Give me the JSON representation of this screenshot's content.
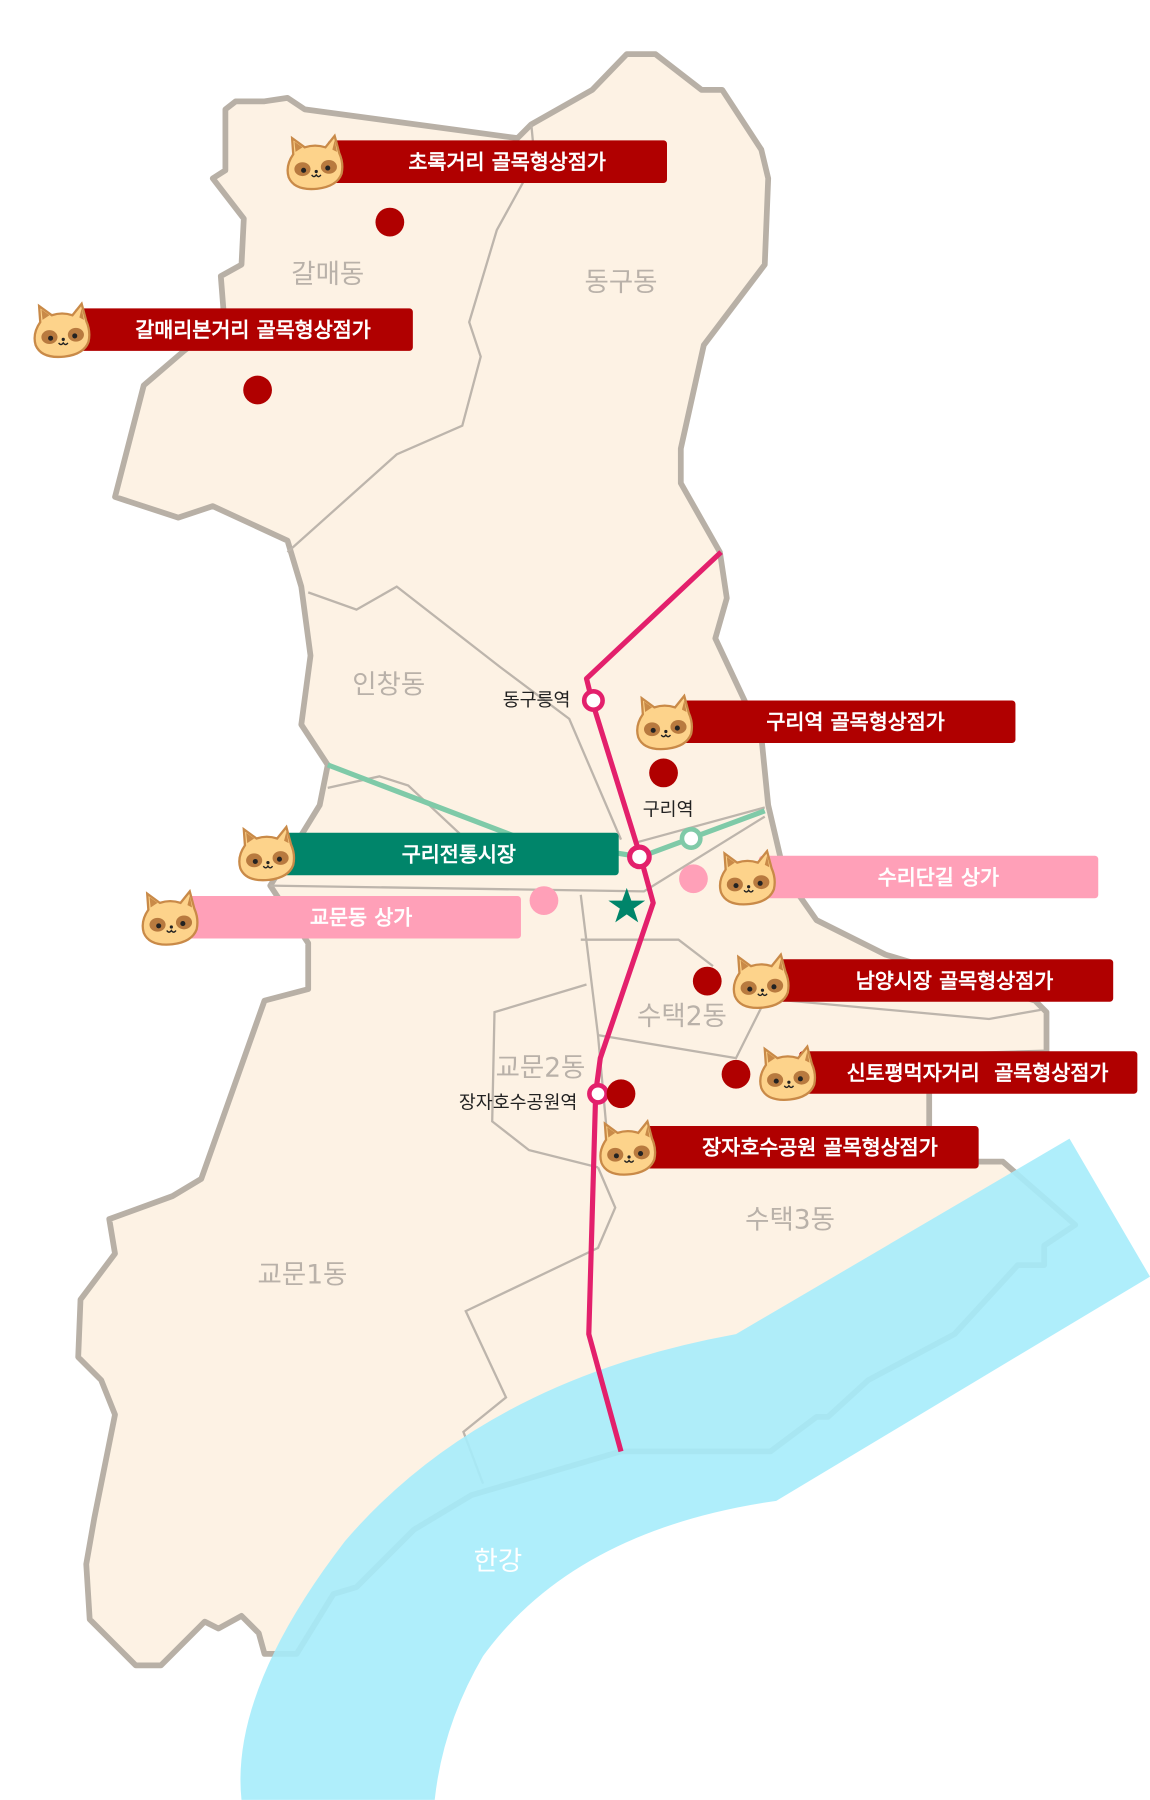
{
  "colors": {
    "land": "#fdf2e4",
    "border": "#b8b0a6",
    "river": "#a6ecfb",
    "subway_line": "#e3206c",
    "gyeongui_line": "#7fcaa8",
    "shop_street": "#b00000",
    "market": "#00856a",
    "arcade": "#ffa0b8"
  },
  "districts": [
    "갈매동",
    "동구동",
    "인창동",
    "수택2동",
    "교문2동",
    "수택3동",
    "교문1동"
  ],
  "river_label": "한강",
  "stations": [
    "동구릉역",
    "구리역",
    "장자호수공원역"
  ],
  "places": [
    {
      "label": "초록거리 골목형상점가",
      "type": "shop_street",
      "icon": "raccoon-icon"
    },
    {
      "label": "갈매리본거리 골목형상점가",
      "type": "shop_street",
      "icon": "raccoon-icon"
    },
    {
      "label": "구리역 골목형상점가",
      "type": "shop_street",
      "icon": "raccoon-icon"
    },
    {
      "label": "구리전통시장",
      "type": "market",
      "icon": "raccoon-icon"
    },
    {
      "label": "교문동 상가",
      "type": "arcade",
      "icon": "raccoon-icon"
    },
    {
      "label": "수리단길 상가",
      "type": "arcade",
      "icon": "raccoon-icon"
    },
    {
      "label": "남양시장 골목형상점가",
      "type": "shop_street",
      "icon": "raccoon-icon"
    },
    {
      "label": "신토평먹자거리  골목형상점가",
      "type": "shop_street",
      "icon": "raccoon-icon"
    },
    {
      "label": "장자호수공원 골목형상점가",
      "type": "shop_street",
      "icon": "raccoon-icon"
    }
  ]
}
